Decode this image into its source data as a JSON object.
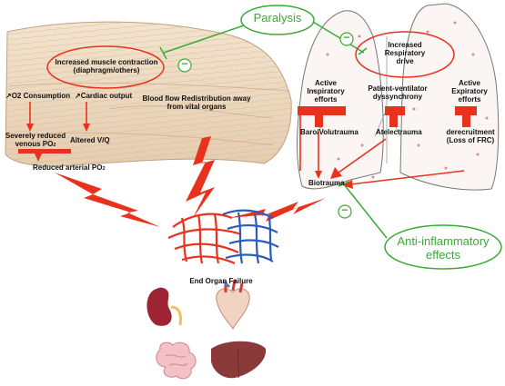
{
  "paralysis": "Paralysis",
  "anti_inflammatory": [
    "Anti-inflammatory",
    "effects"
  ],
  "muscle": {
    "box": [
      "Increased muscle contraction",
      "(diaphragm/others)"
    ],
    "o2_consumption": "O2 Consumption",
    "cardiac_output": "Cardiac output",
    "blood_flow": [
      "Blood flow Redistribution away",
      "from vital organs"
    ],
    "venous_po2": [
      "Severely reduced",
      "venous PO",
      "2"
    ],
    "altered_vq": "Altered V/Q",
    "arterial_po2": [
      "Reduced arterial PO",
      "2"
    ]
  },
  "lung": {
    "drive": [
      "Increased",
      "Respiratory",
      "drive"
    ],
    "active_inspiratory": [
      "Active",
      "Inspiratory",
      "efforts"
    ],
    "dyssynchrony": [
      "Patient-ventilator",
      "dyssynchrony"
    ],
    "active_expiratory": [
      "Active",
      "Expiratory",
      "efforts"
    ],
    "barotrauma": "Baro/Volutrauma",
    "atelectrauma": "Atelectrauma",
    "derecruitment": [
      "derecruitment",
      "(Loss of FRC)"
    ],
    "biotrauma": "Biotrauma"
  },
  "end_organ_failure": "End Organ Failure",
  "minus_sign": "−",
  "colors": {
    "red": "#e8321e",
    "green": "#3aaa35",
    "blue": "#2e5bb8"
  },
  "icons": [
    "muscle-illustration",
    "lungs-illustration",
    "blood-vessel-network",
    "kidney-icon",
    "heart-icon",
    "intestine-icon",
    "liver-icon"
  ]
}
